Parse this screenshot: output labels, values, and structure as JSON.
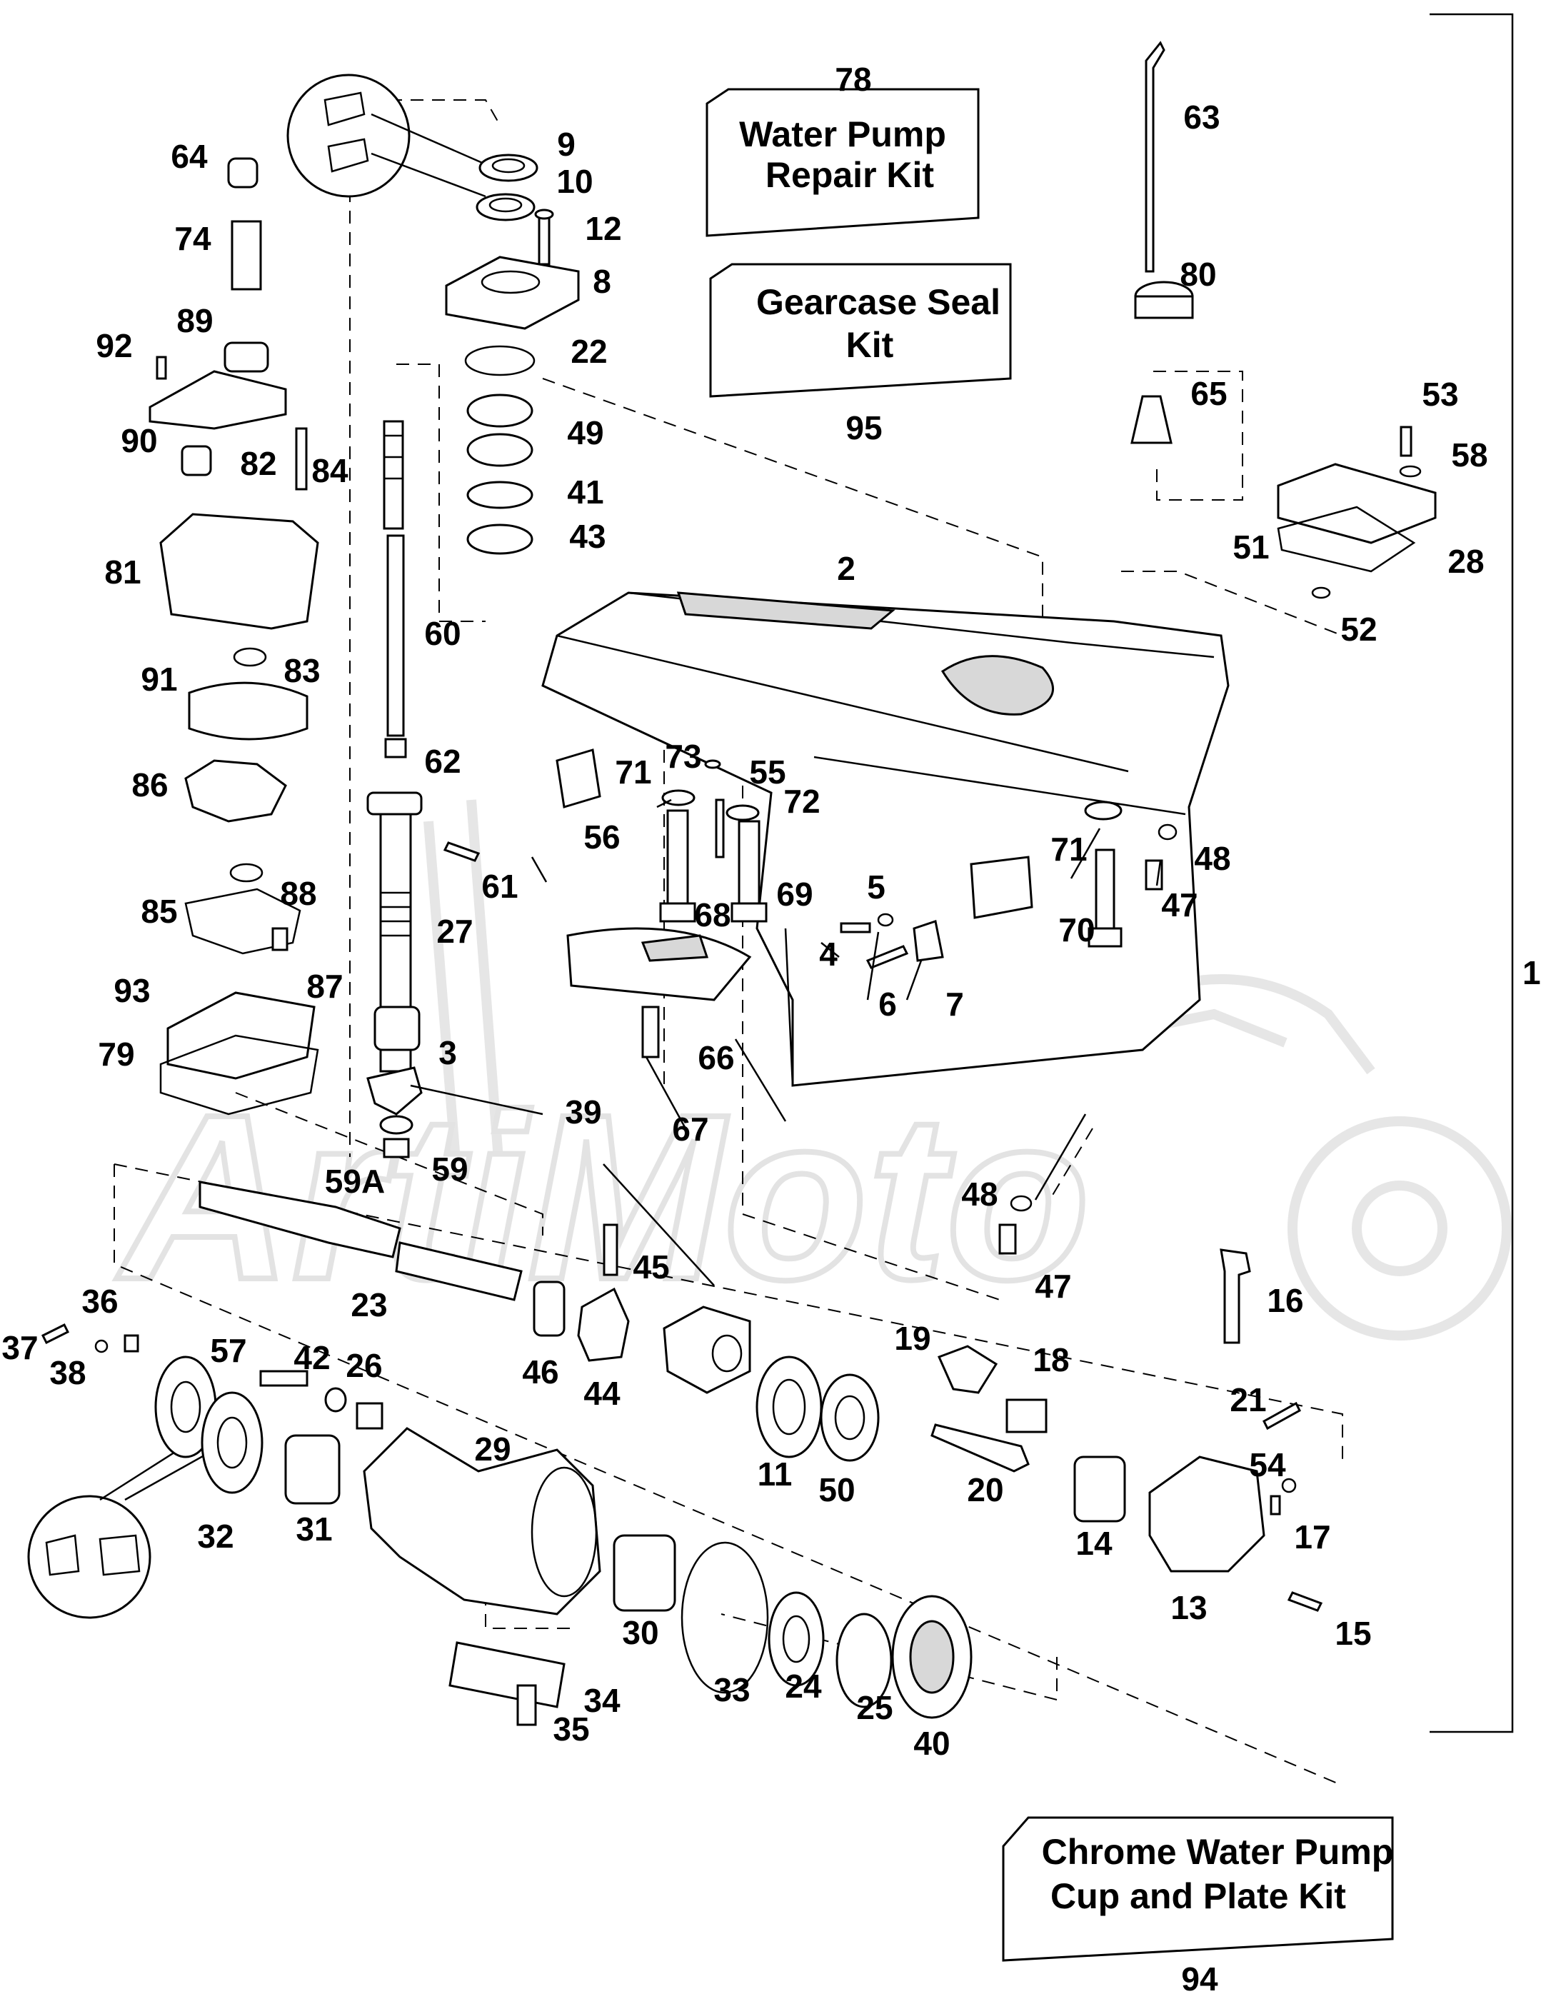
{
  "diagram": {
    "assembly_label": "1",
    "kits": [
      {
        "number": "78",
        "line1": "Water Pump",
        "line2": "Repair Kit"
      },
      {
        "number": "95",
        "line1": "Gearcase Seal",
        "line2": "Kit"
      },
      {
        "number": "94",
        "line1": "Chrome Water Pump",
        "line2": "Cup and Plate Kit"
      }
    ],
    "callouts": [
      "2",
      "3",
      "4",
      "5",
      "6",
      "7",
      "8",
      "9",
      "10",
      "11",
      "12",
      "13",
      "14",
      "15",
      "16",
      "17",
      "18",
      "19",
      "20",
      "21",
      "22",
      "23",
      "24",
      "25",
      "26",
      "27",
      "28",
      "29",
      "30",
      "31",
      "32",
      "33",
      "34",
      "35",
      "36",
      "37",
      "38",
      "39",
      "40",
      "41",
      "42",
      "43",
      "44",
      "45",
      "46",
      "47",
      "47",
      "48",
      "48",
      "49",
      "50",
      "51",
      "52",
      "53",
      "54",
      "55",
      "56",
      "57",
      "58",
      "59",
      "59A",
      "60",
      "61",
      "62",
      "63",
      "64",
      "65",
      "66",
      "67",
      "68",
      "69",
      "70",
      "71",
      "71",
      "72",
      "73",
      "74",
      "79",
      "80",
      "81",
      "82",
      "83",
      "84",
      "85",
      "86",
      "87",
      "88",
      "89",
      "90",
      "91",
      "92",
      "93"
    ],
    "watermark": "ArtiMoto"
  }
}
